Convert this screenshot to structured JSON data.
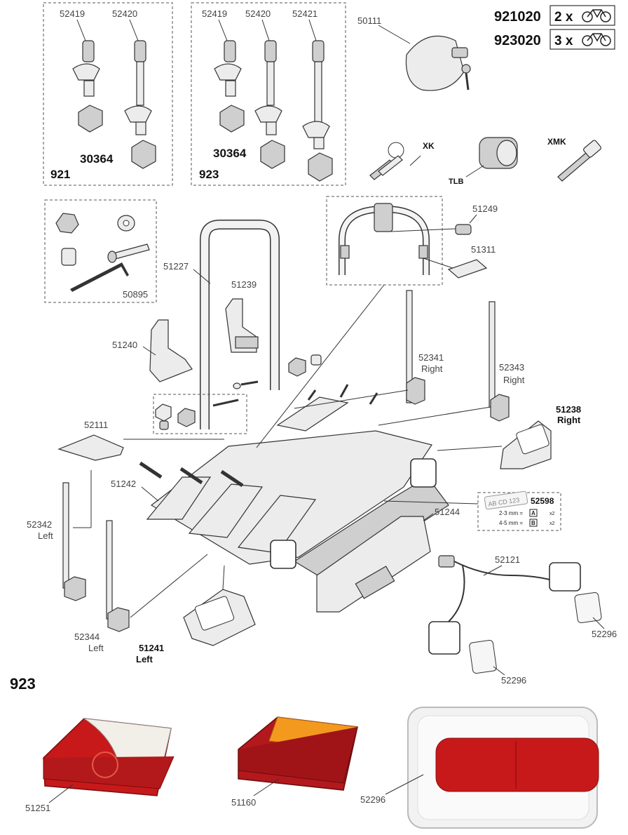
{
  "models": [
    {
      "code": "921020",
      "qty": "2 x"
    },
    {
      "code": "923020",
      "qty": "3 x"
    }
  ],
  "box921": {
    "parts": [
      "52419",
      "52420"
    ],
    "kit": "30364",
    "model": "921"
  },
  "box923": {
    "parts": [
      "52419",
      "52420",
      "52421"
    ],
    "kit": "30364",
    "model": "923"
  },
  "lock_parts": {
    "cap": "50111",
    "keys": "XK",
    "barrel": "TLB",
    "master_key": "XMK"
  },
  "hardware_box": "50895",
  "parts": {
    "p51227": "51227",
    "p51239": "51239",
    "p51240": "51240",
    "p51249": "51249",
    "p51311": "51311",
    "p52341": "52341",
    "p52341_side": "Right",
    "p52343": "52343",
    "p52343_side": "Right",
    "p51238": "51238",
    "p51238_side": "Right",
    "p52111": "52111",
    "p51242": "51242",
    "p51244": "51244",
    "p52342": "52342",
    "p52342_side": "Left",
    "p52344": "52344",
    "p52344_side": "Left",
    "p51241": "51241",
    "p51241_side": "Left",
    "p52121": "52121",
    "p52296a": "52296",
    "p52296b": "52296"
  },
  "plate": {
    "code": "52598",
    "plate_text": "AB CD 123",
    "row1": "2-3 mm =",
    "row1_tag": "A",
    "row2": "4-5 mm =",
    "row2_tag": "B",
    "mult": "x2"
  },
  "footer": {
    "model": "923",
    "lamps": [
      "51251",
      "51160",
      "52296"
    ]
  },
  "colors": {
    "lamp_red": "#c8191a",
    "lamp_amber": "#f39a1e",
    "lamp_clear": "#f2f2f2"
  }
}
